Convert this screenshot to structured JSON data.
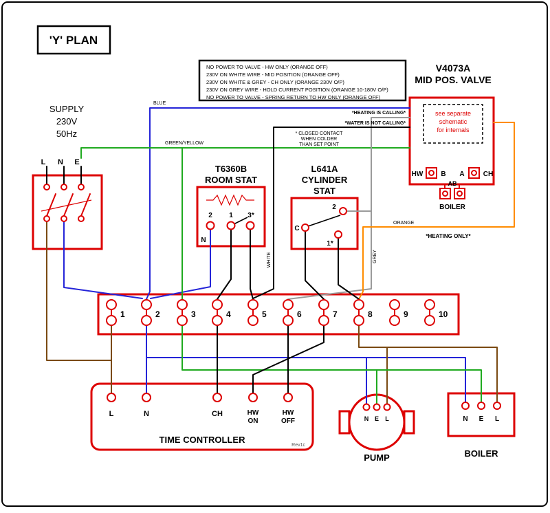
{
  "title": "'Y' PLAN",
  "colors": {
    "red": "#dd0000",
    "blue": "#2424d8",
    "brown": "#7a4a12",
    "green": "#1faa1f",
    "grey": "#9a9a9a",
    "orange": "#ff8c00"
  },
  "legend": {
    "lines": [
      "NO POWER TO VALVE  -  HW ONLY (ORANGE OFF)",
      "230V ON WHITE WIRE  -  MID POSITION (ORANGE OFF)",
      "230V ON WHITE & GREY  -  CH ONLY (ORANGE 230V O/P)",
      "230V ON GREY WIRE  -  HOLD CURRENT POSITION (ORANGE 10-180V O/P)",
      "NO POWER TO VALVE  -  SPRING RETURN TO HW ONLY (ORANGE OFF)"
    ]
  },
  "valve": {
    "model": "V4073A",
    "name": "MID POS. VALVE",
    "note": [
      "see separate",
      "schematic",
      "for internals"
    ],
    "hw": "HW",
    "b": "B",
    "a": "A",
    "ch": "CH",
    "ab": "AB",
    "boiler_label": "BOILER"
  },
  "supply": {
    "line1": "SUPPLY",
    "line2": "230V",
    "line3": "50Hz",
    "terminals": [
      "L",
      "N",
      "E"
    ]
  },
  "room_stat": {
    "line1": "T6360B",
    "line2": "ROOM STAT",
    "terminals": [
      "2",
      "1",
      "3*"
    ],
    "neutral": "N"
  },
  "cyl_stat": {
    "line1": "L641A",
    "line2": "CYLINDER",
    "line3": "STAT",
    "t_two": "2",
    "t_c": "C",
    "t_one": "1*"
  },
  "strip": {
    "numbers": [
      "1",
      "2",
      "3",
      "4",
      "5",
      "6",
      "7",
      "8",
      "9",
      "10"
    ]
  },
  "timer": {
    "title": "TIME CONTROLLER",
    "t_l": "L",
    "t_n": "N",
    "t_ch": "CH",
    "t_hw_on_1": "HW",
    "t_hw_on_2": "ON",
    "t_hw_off_1": "HW",
    "t_hw_off_2": "OFF",
    "rev": "Rev1c"
  },
  "pump": {
    "name": "PUMP",
    "terminals": [
      "N",
      "E",
      "L"
    ]
  },
  "boiler_unit": {
    "name": "BOILER",
    "terminals": [
      "N",
      "E",
      "L"
    ]
  },
  "wire_labels": {
    "blue": "BLUE",
    "green_yellow": "GREEN/YELLOW",
    "white": "WHITE",
    "grey": "GREY",
    "orange": "ORANGE"
  },
  "annotations": {
    "heating_calling": "*HEATING IS CALLING*",
    "water_not_calling": "*WATER IS NOT CALLING*",
    "closed_contact": [
      "* CLOSED CONTACT",
      "WHEN COLDER",
      "THAN SET POINT"
    ],
    "heating_only": "*HEATING ONLY*"
  }
}
